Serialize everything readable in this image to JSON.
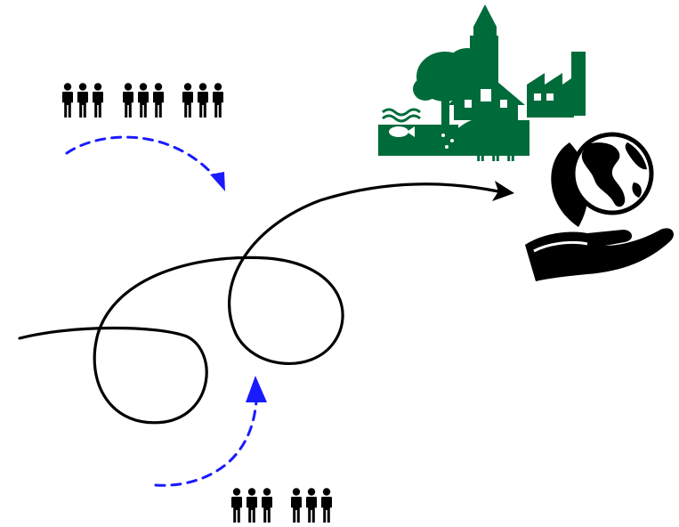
{
  "colors": {
    "path": "#000000",
    "dashed_arrow": "#1a1aff",
    "community": "#006b3a",
    "people": "#000000",
    "hand_globe": "#000000"
  },
  "groups": {
    "top_people_count": 9,
    "bottom_people_count": 6,
    "community_people_count": 3
  },
  "icons": {
    "top_group": "people-group-icon",
    "bottom_group": "people-group-icon",
    "community": "community-landscape-icon",
    "goal": "hand-holding-globe-icon"
  }
}
